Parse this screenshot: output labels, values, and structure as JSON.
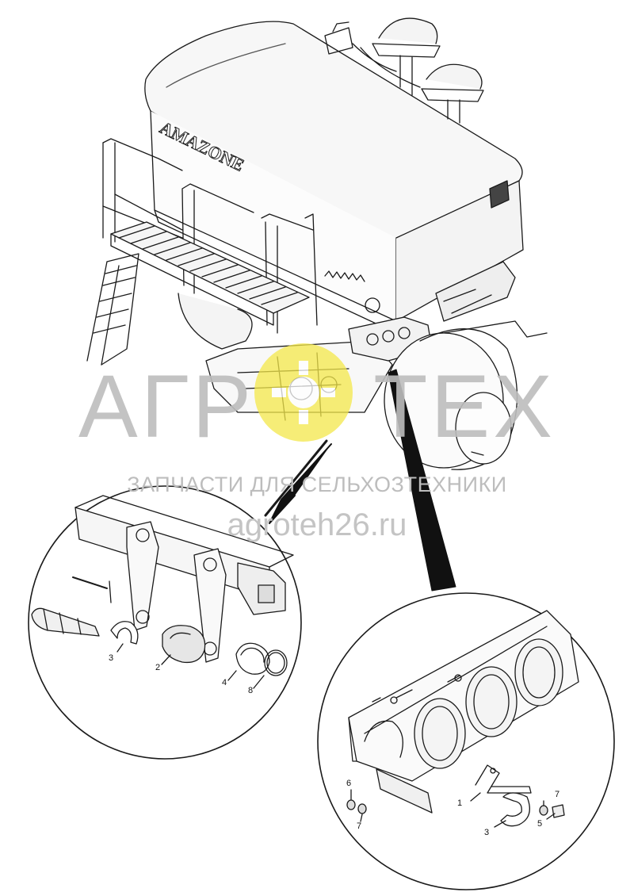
{
  "watermark": {
    "brand": "АГРОТЕХ",
    "brand_left": "АГР",
    "brand_right": "ТЕХ",
    "tagline": "ЗАПЧАСТИ ДЛЯ СЕЛЬХОЗТЕХНИКИ",
    "url": "agroteh26.ru",
    "logo_color": "#f2e33b"
  },
  "machine": {
    "brand_label": "AMAZONE"
  },
  "detail_left": {
    "callouts": [
      "3",
      "2",
      "4",
      "8"
    ]
  },
  "detail_right": {
    "callouts": [
      "6",
      "7",
      "1",
      "3",
      "7",
      "5"
    ]
  }
}
